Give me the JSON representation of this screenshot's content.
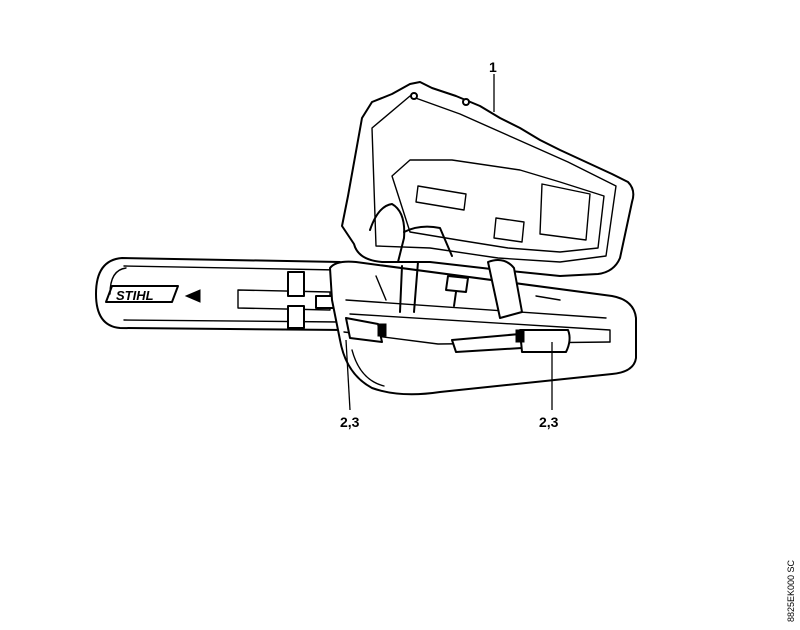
{
  "figure": {
    "callouts": {
      "lid": "1",
      "latch_left": "2,3",
      "latch_right": "2,3"
    },
    "bar_logo_text": "STIHL",
    "document_ref": "8825EK000 SC",
    "icons": [
      "chainsaw-carrying-case-illustration",
      "guide-bar",
      "case-latch"
    ]
  }
}
